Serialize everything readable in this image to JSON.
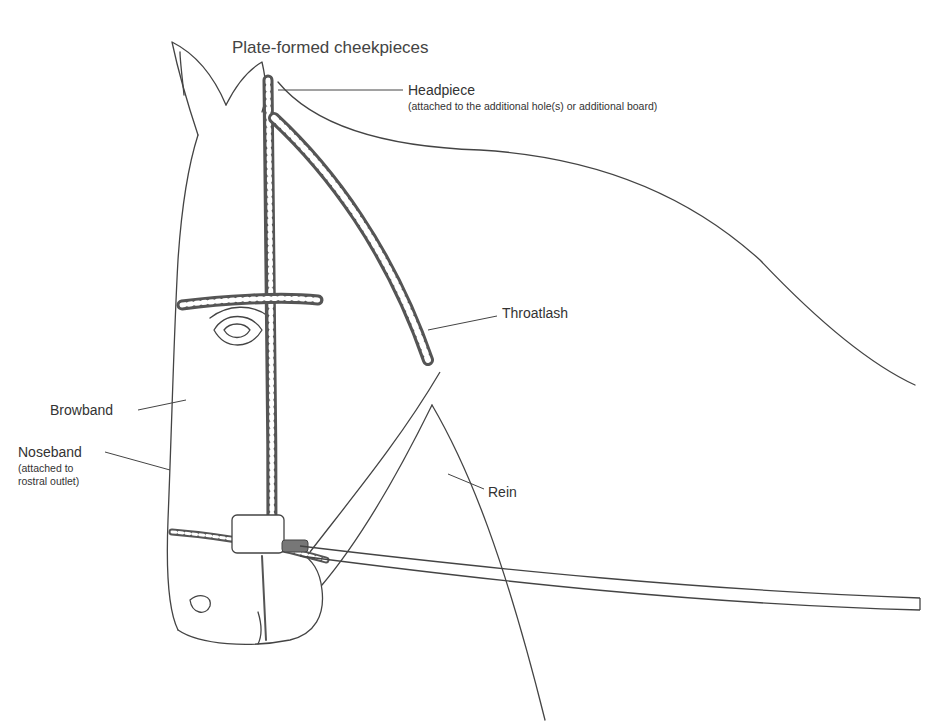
{
  "diagram": {
    "title": "Plate-formed cheekpieces",
    "labels": [
      "Headpiece",
      "(attached to the additional hole(s) or additional board)",
      "Throatlash",
      "Browband",
      "Noseband",
      "(attached to rostral outlet)",
      "Rein"
    ]
  }
}
